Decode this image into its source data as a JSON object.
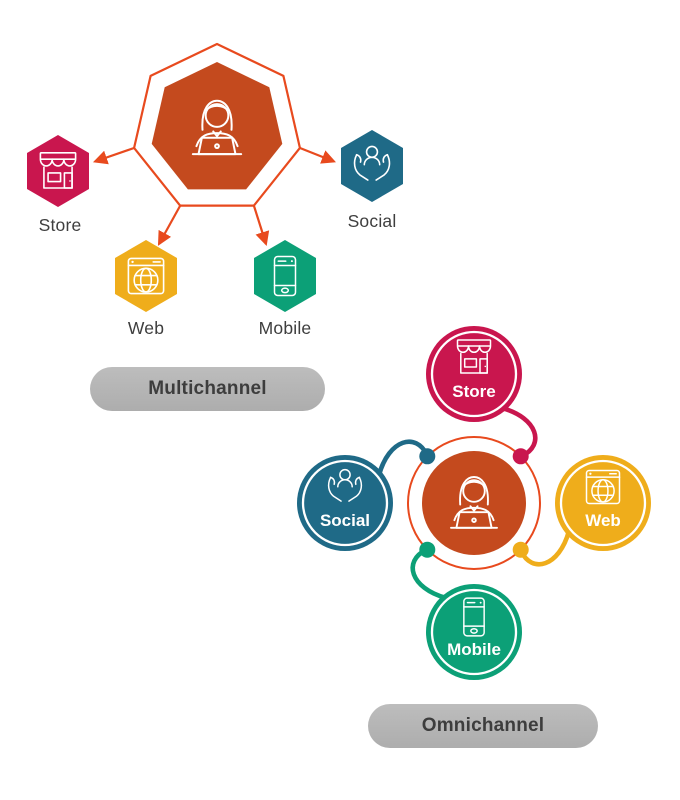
{
  "multichannel": {
    "badge_label": "Multichannel",
    "center": {
      "icon": "person-at-laptop-icon",
      "color": "#C44A1E"
    },
    "channels": [
      {
        "label": "Store",
        "icon": "storefront-icon",
        "color": "#C9164E"
      },
      {
        "label": "Social",
        "icon": "hands-person-icon",
        "color": "#1F6A87"
      },
      {
        "label": "Web",
        "icon": "browser-globe-icon",
        "color": "#EFAD1B"
      },
      {
        "label": "Mobile",
        "icon": "smartphone-icon",
        "color": "#0CA077"
      }
    ]
  },
  "omnichannel": {
    "badge_label": "Omnichannel",
    "center": {
      "icon": "person-at-laptop-icon",
      "color": "#C44A1E"
    },
    "channels": [
      {
        "label": "Store",
        "icon": "storefront-icon",
        "color": "#C9164E"
      },
      {
        "label": "Social",
        "icon": "hands-person-icon",
        "color": "#1F6A87"
      },
      {
        "label": "Web",
        "icon": "browser-globe-icon",
        "color": "#EFAD1B"
      },
      {
        "label": "Mobile",
        "icon": "smartphone-icon",
        "color": "#0CA077"
      }
    ]
  },
  "colors": {
    "accent_orange": "#E84A1E",
    "center_rust": "#C44A1E",
    "store_crimson": "#C9164E",
    "social_teal": "#1F6A87",
    "web_yellow": "#EFAD1B",
    "mobile_green": "#0CA077",
    "badge_background": "#B5B5B5",
    "badge_text": "#3D3D3D",
    "hex_label_text": "#3E3E3E",
    "background": "#FFFFFF"
  }
}
